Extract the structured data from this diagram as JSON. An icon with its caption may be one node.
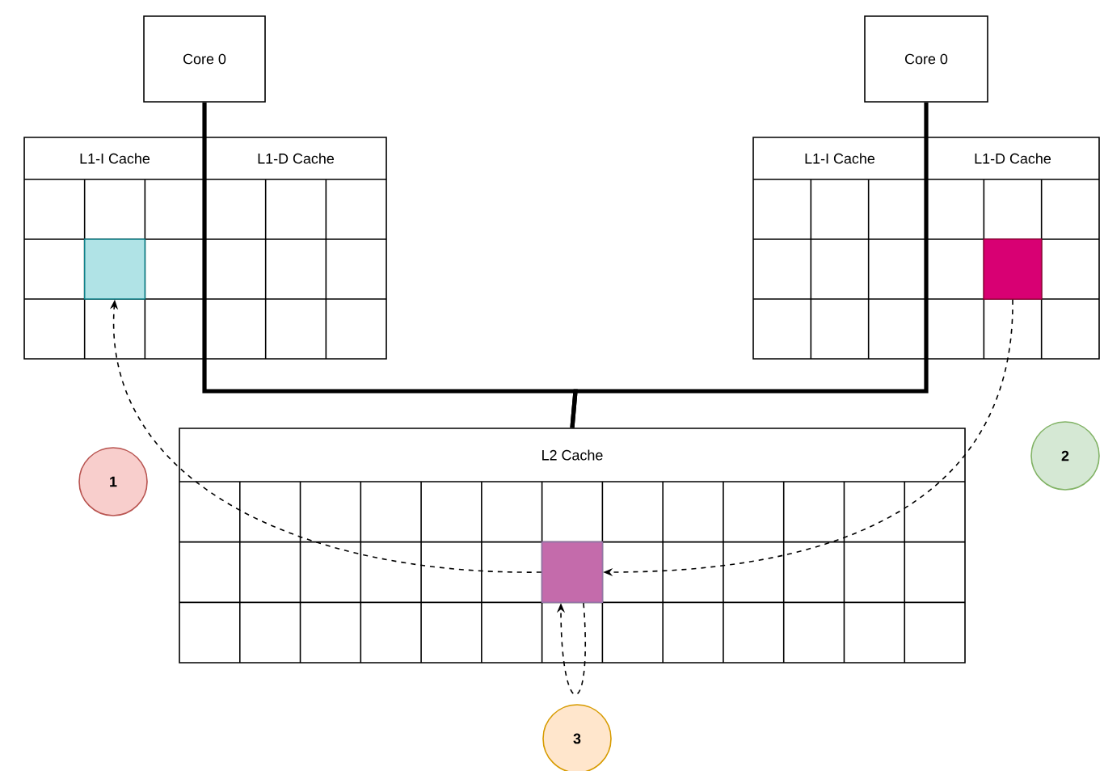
{
  "diagram": {
    "nodes": [
      {
        "text": [
          "Core 0"
        ]
      },
      {
        "text": [
          "Core 0"
        ]
      },
      {
        "text": [
          "L1-I Cache"
        ]
      },
      {
        "text": [
          "L1-D Cache"
        ]
      },
      {
        "text": [
          "L1-I Cache"
        ]
      },
      {
        "text": [
          "L1-D Cache"
        ]
      },
      {
        "text": [
          "L2 Cache"
        ]
      },
      {
        "text": [],
        "shape": "box",
        "in": 2
      },
      {
        "text": [],
        "shape": "box",
        "in": 5
      },
      {
        "text": [],
        "shape": "box",
        "in": 6
      },
      {
        "text": [
          "1"
        ]
      },
      {
        "text": [
          "2"
        ]
      },
      {
        "text": [
          "3"
        ]
      }
    ],
    "edges": [
      {
        "from": 0,
        "to": 6,
        "arrow": "none",
        "style": "thick"
      },
      {
        "from": 1,
        "to": 6,
        "arrow": "none",
        "style": "thick"
      },
      {
        "from": 9,
        "to": 7,
        "arrow": "to",
        "style": "dashed"
      },
      {
        "from": 8,
        "to": 9,
        "arrow": "to",
        "style": "dashed"
      },
      {
        "from": 9,
        "to": 9,
        "arrow": "to",
        "style": "dashed"
      }
    ]
  }
}
